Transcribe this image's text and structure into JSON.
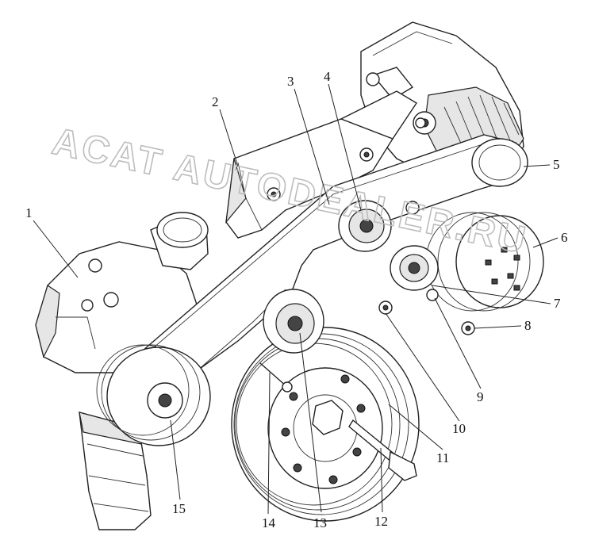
{
  "watermark": {
    "text": "ACAT AUTODEALER.RU"
  },
  "callouts": [
    {
      "id": "1",
      "label": "1"
    },
    {
      "id": "2",
      "label": "2"
    },
    {
      "id": "3",
      "label": "3"
    },
    {
      "id": "4",
      "label": "4"
    },
    {
      "id": "5",
      "label": "5"
    },
    {
      "id": "6",
      "label": "6"
    },
    {
      "id": "7",
      "label": "7"
    },
    {
      "id": "8",
      "label": "8"
    },
    {
      "id": "9",
      "label": "9"
    },
    {
      "id": "10",
      "label": "10"
    },
    {
      "id": "11",
      "label": "11"
    },
    {
      "id": "12",
      "label": "12"
    },
    {
      "id": "13",
      "label": "13"
    },
    {
      "id": "14",
      "label": "14"
    },
    {
      "id": "15",
      "label": "15"
    }
  ]
}
